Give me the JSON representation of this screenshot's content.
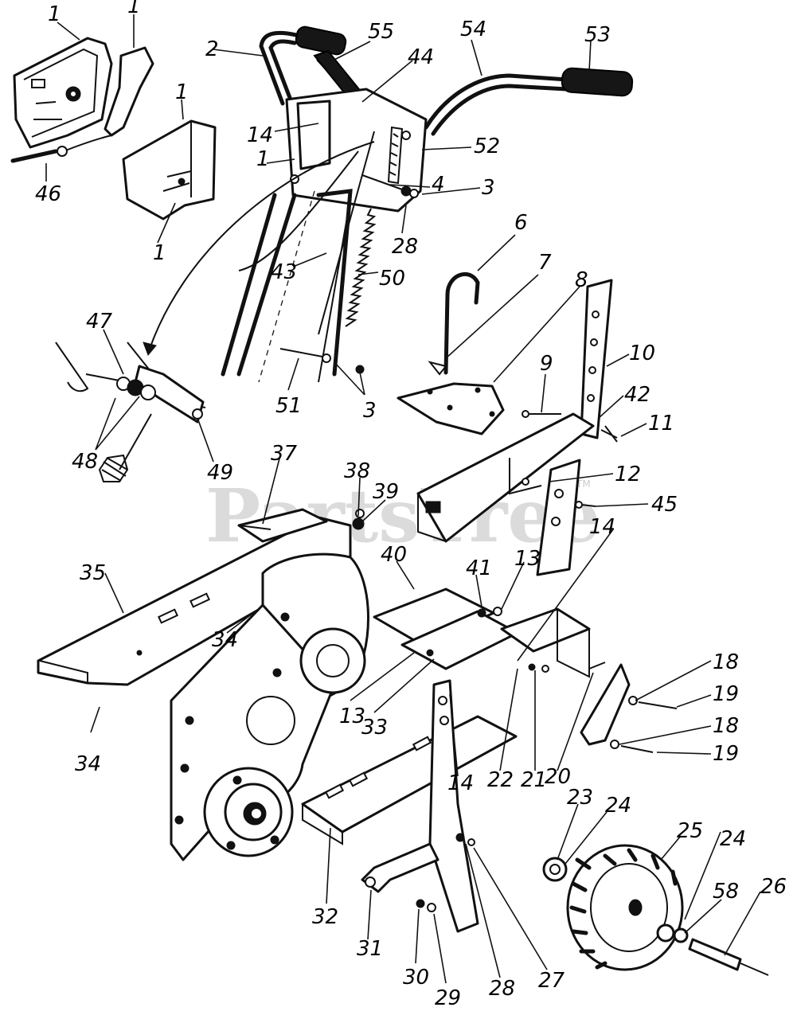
{
  "watermark": {
    "text": "PartsTree",
    "mark": "TM"
  },
  "callouts": [
    {
      "id": "c1a",
      "label": "1"
    },
    {
      "id": "c1b",
      "label": "1"
    },
    {
      "id": "c1c",
      "label": "1"
    },
    {
      "id": "c1d",
      "label": "1"
    },
    {
      "id": "c1e",
      "label": "1"
    },
    {
      "id": "c2",
      "label": "2"
    },
    {
      "id": "c55",
      "label": "55"
    },
    {
      "id": "c44",
      "label": "44"
    },
    {
      "id": "c54",
      "label": "54"
    },
    {
      "id": "c53",
      "label": "53"
    },
    {
      "id": "c14a",
      "label": "14"
    },
    {
      "id": "c52",
      "label": "52"
    },
    {
      "id": "c4",
      "label": "4"
    },
    {
      "id": "c3a",
      "label": "3"
    },
    {
      "id": "c28a",
      "label": "28"
    },
    {
      "id": "c46",
      "label": "46"
    },
    {
      "id": "c43",
      "label": "43"
    },
    {
      "id": "c50",
      "label": "50"
    },
    {
      "id": "c6",
      "label": "6"
    },
    {
      "id": "c7",
      "label": "7"
    },
    {
      "id": "c8",
      "label": "8"
    },
    {
      "id": "c47",
      "label": "47"
    },
    {
      "id": "c10",
      "label": "10"
    },
    {
      "id": "c9",
      "label": "9"
    },
    {
      "id": "c42",
      "label": "42"
    },
    {
      "id": "c11",
      "label": "11"
    },
    {
      "id": "c51",
      "label": "51"
    },
    {
      "id": "c3b",
      "label": "3"
    },
    {
      "id": "c48",
      "label": "48"
    },
    {
      "id": "c49",
      "label": "49"
    },
    {
      "id": "c12",
      "label": "12"
    },
    {
      "id": "c37",
      "label": "37"
    },
    {
      "id": "c38",
      "label": "38"
    },
    {
      "id": "c39",
      "label": "39"
    },
    {
      "id": "c45",
      "label": "45"
    },
    {
      "id": "c14b",
      "label": "14"
    },
    {
      "id": "c35",
      "label": "35"
    },
    {
      "id": "c40",
      "label": "40"
    },
    {
      "id": "c41",
      "label": "41"
    },
    {
      "id": "c13a",
      "label": "13"
    },
    {
      "id": "c34a",
      "label": "34"
    },
    {
      "id": "c18a",
      "label": "18"
    },
    {
      "id": "c19a",
      "label": "19"
    },
    {
      "id": "c13b",
      "label": "13"
    },
    {
      "id": "c33",
      "label": "33"
    },
    {
      "id": "c18b",
      "label": "18"
    },
    {
      "id": "c34b",
      "label": "34"
    },
    {
      "id": "c19b",
      "label": "19"
    },
    {
      "id": "c14c",
      "label": "14"
    },
    {
      "id": "c22",
      "label": "22"
    },
    {
      "id": "c21",
      "label": "21"
    },
    {
      "id": "c20",
      "label": "20"
    },
    {
      "id": "c23",
      "label": "23"
    },
    {
      "id": "c24a",
      "label": "24"
    },
    {
      "id": "c25",
      "label": "25"
    },
    {
      "id": "c24b",
      "label": "24"
    },
    {
      "id": "c26",
      "label": "26"
    },
    {
      "id": "c58",
      "label": "58"
    },
    {
      "id": "c32",
      "label": "32"
    },
    {
      "id": "c31",
      "label": "31"
    },
    {
      "id": "c30",
      "label": "30"
    },
    {
      "id": "c29",
      "label": "29"
    },
    {
      "id": "c28b",
      "label": "28"
    },
    {
      "id": "c27",
      "label": "27"
    }
  ]
}
